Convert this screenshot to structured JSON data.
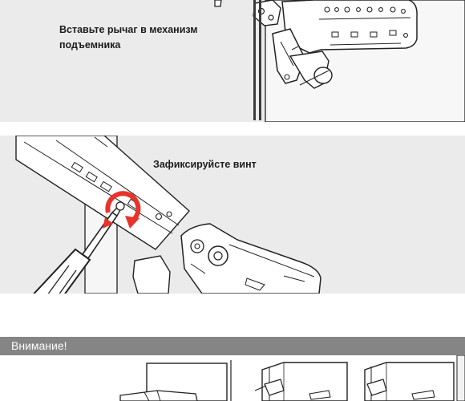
{
  "steps": [
    {
      "label": "Вставьте рычаг в механизм подъемника"
    },
    {
      "label": "Зафиксируйсте винт"
    }
  ],
  "warning": {
    "title": "Внимание!"
  },
  "colors": {
    "panel_background": "#ebebeb",
    "warning_bar": "#858585",
    "rotation_arrow": "#e8322a",
    "line_art": "#1d1d1d"
  },
  "icons": [
    "lift-mechanism",
    "lever-arm",
    "screwdriver",
    "rotation-arrow",
    "cabinet"
  ]
}
